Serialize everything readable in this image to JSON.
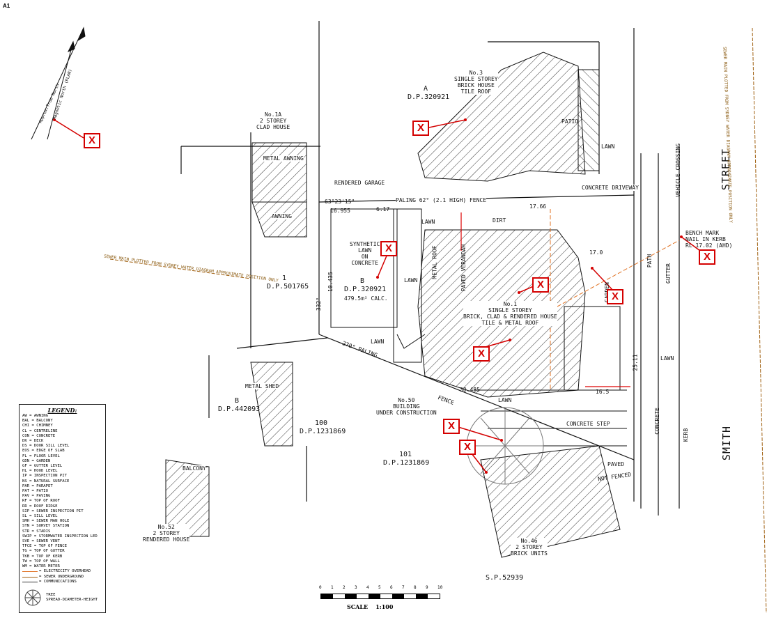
{
  "sheet_label": "A1",
  "markers": {
    "x_label": "X"
  },
  "lots": {
    "A_letter": "A",
    "A_dp": "D.P.320921",
    "B_letter": "B",
    "B_dp": "D.P.320921",
    "B_area": "479.5m² CALC.",
    "lot1_num": "1",
    "lot1_dp": "D.P.501765",
    "B2_letter": "B",
    "B2_dp": "D.P.442093",
    "lot100_num": "100",
    "lot100_dp": "D.P.1231869",
    "lot101_num": "101",
    "lot101_dp": "D.P.1231869",
    "sp": "S.P.52939"
  },
  "labels": {
    "house_no3": "No.3\nSINGLE STOREY\nBRICK HOUSE\nTILE ROOF",
    "house_no1a": "No.1A\n2 STOREY\nCLAD HOUSE",
    "house_no1": "No.1\nSINGLE STOREY\nBRICK, CLAD & RENDERED HOUSE\nTILE & METAL ROOF",
    "no50": "No.50\nBUILDING\nUNDER CONSTRUCTION",
    "no52": "No.52\n2 STOREY\nRENDERED HOUSE",
    "no46": "No.46\n2 STOREY\nBRICK UNITS",
    "synthetic_lawn": "SYNTHETIC\nLAWN\nON\nCONCRETE",
    "rendered_garage": "RENDERED GARAGE",
    "metal_awning": "METAL AWNING",
    "awning": "AWNING",
    "metal_shed": "METAL SHED",
    "balcony": "BALCONY",
    "concrete_driveway": "CONCRETE DRIVEWAY",
    "street_smith": "SMITH",
    "street_street": "STREET",
    "bench_mark": "BENCH MARK\nNAIL IN KERB\nRL 17.02 (AHD)",
    "sewer_main_left": "SEWER MAIN PLOTTED FROM SYDNEY WATER DIAGRAM APPROXIMATE POSITION ONLY",
    "sewer_main_right": "SEWER MAIN PLOTTED FROM SYDNEY WATER DIAGRAM APPROXIMATE POSITION ONLY",
    "paling_north": "PALING 62° (2.1 HIGH) FENCE",
    "paling_west": "270° PALING",
    "fence": "FENCE",
    "metal_roof": "METAL ROOF",
    "paved_verandah": "PAVED VERANDAH",
    "patio": "PATIO",
    "lawn": "LAWN",
    "dirt": "DIRT",
    "garden": "GARDEN",
    "concrete_step": "CONCRETE STEP",
    "concrete": "CONCRETE",
    "path": "PATH",
    "gutter": "GUTTER",
    "kerb": "KERB",
    "vehicle_crossing": "VEHICLE CROSSING",
    "paved": "PAVED",
    "not_fenced": "NOT FENCED",
    "magnetic_north": "Magnetic North (PLAN)",
    "true_north": "Approx.True North",
    "dim_63": "63°23'15\"",
    "dim_16955": "16.955",
    "dim_617": "6.17",
    "dim_10435": "10.435",
    "dim_332": "332°",
    "dim_30485": "30.485",
    "dim_2511": "25.11",
    "dim_1766": "17.66",
    "dim_170": "17.0",
    "dim_165": "16.5"
  },
  "legend": {
    "title": "LEGEND:",
    "items": [
      "AW = AWNING",
      "BAL = BALCONY",
      "CHI = CHIMNEY",
      "CL = CENTRELINE",
      "CON = CONCRETE",
      "DK = DECK",
      "DS = DOOR SILL LEVEL",
      "EOS = EDGE OF SLAB",
      "FL = FLOOR LEVEL",
      "GDN = GARDEN",
      "GF = GUTTER LEVEL",
      "HL = HOOD LEVEL",
      "IP = INSPECTION PIT",
      "NS = NATURAL SURFACE",
      "PAR = PARAPET",
      "PAT = PATIO",
      "PAV = PAVING",
      "RF = TOP OF ROOF",
      "RR = ROOF RIDGE",
      "SIP = SEWER INSPECTION PIT",
      "SL = SILL LEVEL",
      "SMH = SEWER MAN HOLE",
      "STN = SURVEY STATION",
      "STR = STADIS",
      "SWIP = STORMWATER INSPECTION LED",
      "SVE = SEWER VENT",
      "TFCE = TOP OF FENCE",
      "TG = TOP OF GUTTER",
      "TKB = TOP OF KERB",
      "TW = TOP OF WALL",
      "WM = WATER METER"
    ],
    "lines": [
      "= ELECTRICITY OVERHEAD",
      "= SEWER UNDERGROUND",
      "= COMMUNICATIONS"
    ],
    "tree_text": "TREE\nSPREAD-DIAMETER-HEIGHT"
  },
  "scale": {
    "numbers": [
      "0",
      "1",
      "2",
      "3",
      "4",
      "5",
      "6",
      "7",
      "8",
      "9",
      "10"
    ],
    "label": "SCALE    1:100"
  }
}
